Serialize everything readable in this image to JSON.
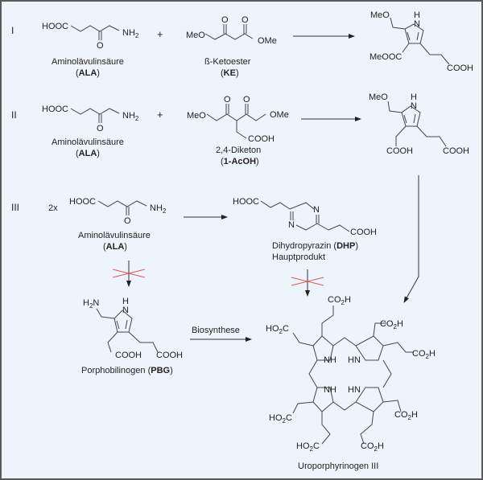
{
  "rows": {
    "I": {
      "numeral": "I",
      "reactant1": {
        "name": "Aminolävulinsäure",
        "abbr": "ALA"
      },
      "plus": "+",
      "reactant2": {
        "name": "ß-Ketoester",
        "abbr": "KE"
      }
    },
    "II": {
      "numeral": "II",
      "reactant1": {
        "name": "Aminolävulinsäure",
        "abbr": "ALA"
      },
      "plus": "+",
      "reactant2": {
        "name": "2,4-Diketon",
        "abbr": "1-AcOH"
      }
    },
    "III": {
      "numeral": "III",
      "multiplier": "2x",
      "reactant1": {
        "name": "Aminolävulinsäure",
        "abbr": "ALA"
      },
      "product": {
        "name": "Dihydropyrazin",
        "abbr": "DHP",
        "note": "Hauptprodukt"
      }
    }
  },
  "pbg": {
    "name": "Porphobilinogen",
    "abbr": "PBG"
  },
  "biosynthesis_label": "Biosynthese",
  "final_product": "Uroporphyrinogen III",
  "atoms": {
    "HOOC": "HOOC",
    "COOH": "COOH",
    "NH2": "NH",
    "sub2": "2",
    "O": "O",
    "MeO": "MeO",
    "OMe": "OMe",
    "MeOOC": "MeOOC",
    "N": "N",
    "H": "H",
    "NH": "NH",
    "HN": "HN",
    "H2N": "H",
    "N_after": "N",
    "CO2H": "CO",
    "HO2C": "HO"
  },
  "colors": {
    "background": "#eef4fc",
    "border": "#5a5a5a",
    "blocked": "#d45a5a"
  }
}
